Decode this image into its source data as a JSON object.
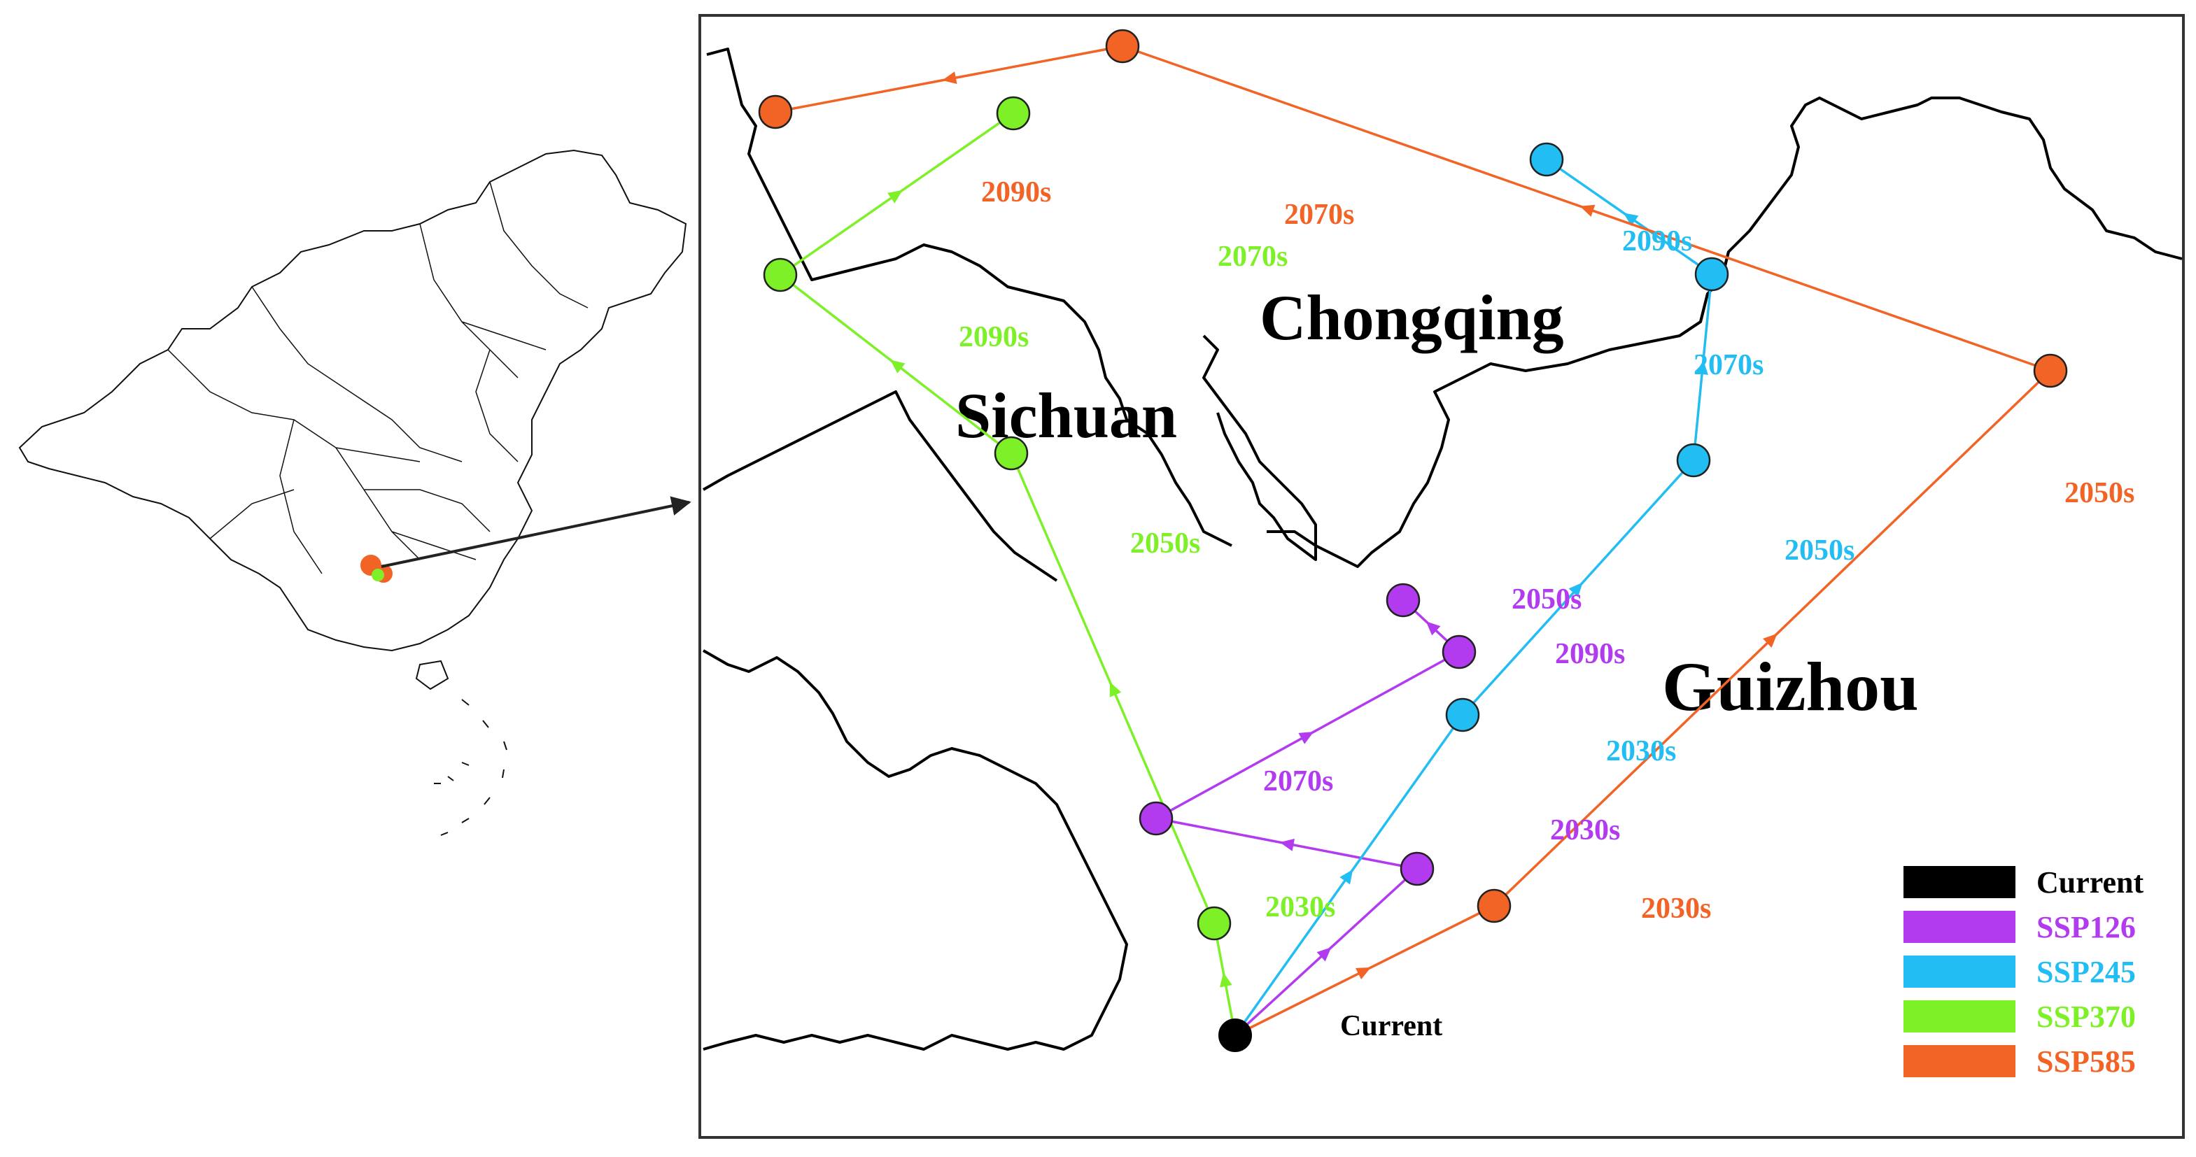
{
  "map": {
    "regions": [
      {
        "name": "Chongqing"
      },
      {
        "name": "Sichuan"
      },
      {
        "name": "Guizhou"
      }
    ],
    "current_label": "Current",
    "colors": {
      "current": "#000000",
      "SSP126": "#b23bf0",
      "SSP245": "#22bdf2",
      "SSP370": "#7ef028",
      "SSP585": "#f26326"
    },
    "scenarios": [
      {
        "name": "SSP126",
        "color": "#b23bf0",
        "periods": [
          "2030s",
          "2050s",
          "2070s",
          "2090s"
        ]
      },
      {
        "name": "SSP245",
        "color": "#22bdf2",
        "periods": [
          "2030s",
          "2050s",
          "2070s",
          "2090s"
        ]
      },
      {
        "name": "SSP370",
        "color": "#7ef028",
        "periods": [
          "2030s",
          "2050s",
          "2070s",
          "2090s"
        ]
      },
      {
        "name": "SSP585",
        "color": "#f26326",
        "periods": [
          "2030s",
          "2050s",
          "2070s",
          "2090s"
        ]
      }
    ],
    "legend": [
      {
        "label": "Current",
        "color": "#000000"
      },
      {
        "label": "SSP126",
        "color": "#b23bf0"
      },
      {
        "label": "SSP245",
        "color": "#22bdf2"
      },
      {
        "label": "SSP370",
        "color": "#7ef028"
      },
      {
        "label": "SSP585",
        "color": "#f26326"
      }
    ]
  }
}
